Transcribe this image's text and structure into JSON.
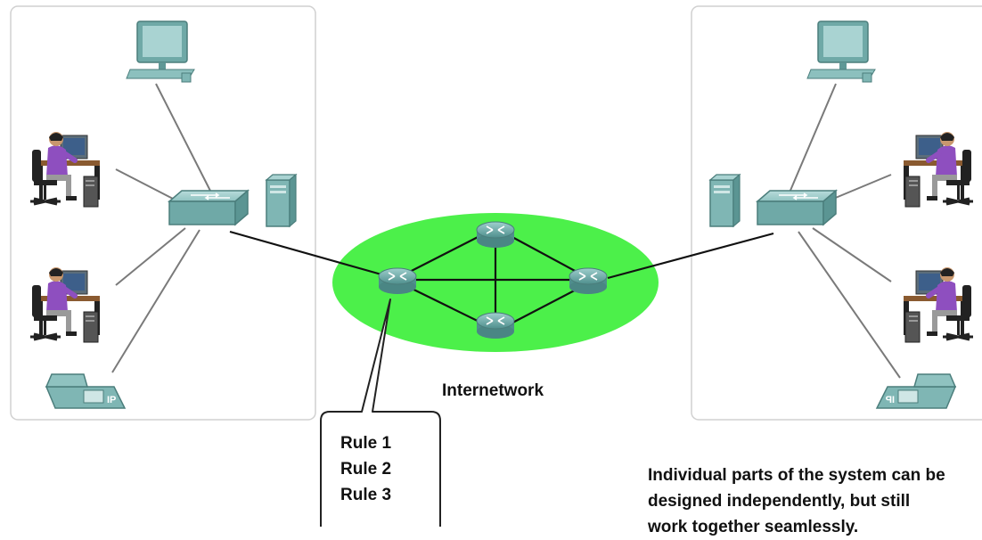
{
  "diagram": {
    "internetwork_label": "Internetwork",
    "rules": [
      "Rule 1",
      "Rule 2",
      "Rule 3"
    ],
    "caption_lines": [
      "Individual parts of the system can be",
      "designed independently, but still",
      "work together seamlessly."
    ],
    "colors": {
      "cloud": "#4cf04a",
      "device": "#7fb6b4",
      "panel_border": "#d0d0d0",
      "person_shirt": "#8e4fbf"
    },
    "icons": [
      "desktop-computer-icon",
      "person-at-workstation-icon",
      "ip-phone-icon",
      "switch-icon",
      "server-icon",
      "router-icon"
    ]
  }
}
